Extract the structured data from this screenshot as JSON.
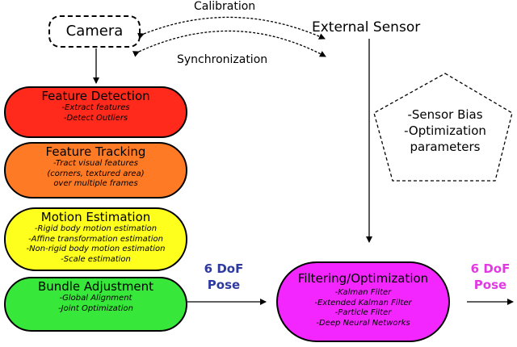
{
  "camera": "Camera",
  "calibration": "Calibration",
  "synchronization": "Synchronization",
  "external_sensor": "External Sensor",
  "sensor_params": [
    "-Sensor Bias",
    "-Optimization",
    "parameters"
  ],
  "stages": [
    {
      "title": "Feature Detection",
      "items": [
        "-Extract features",
        "-Detect Outliers"
      ],
      "color": "#ff2a1c"
    },
    {
      "title": "Feature Tracking",
      "items": [
        "-Tract visual features",
        "(corners, textured area)",
        "over multiple frames"
      ],
      "color": "#ff7a25"
    },
    {
      "title": "Motion Estimation",
      "items": [
        "-Rigid body motion estimation",
        "-Affine transformation estimation",
        "-Non-rigid body motion estimation",
        "-Scale estimation"
      ],
      "color": "#ffff1e"
    },
    {
      "title": "Bundle Adjustment",
      "items": [
        "-Global Alignment",
        "-Joint Optimization"
      ],
      "color": "#37e83a"
    }
  ],
  "filtering": {
    "title": "Filtering/Optimization",
    "items": [
      "-Kalman Filter",
      "-Extended Kalman Filter",
      "-Particle Filter",
      "-Deep Neural Networks"
    ],
    "color": "#f426ff"
  },
  "pose_in": [
    "6 DoF",
    "Pose"
  ],
  "pose_out": [
    "6 DoF",
    "Pose"
  ],
  "pose_in_color": "#2f3aa0",
  "pose_out_color": "#e23ae3"
}
